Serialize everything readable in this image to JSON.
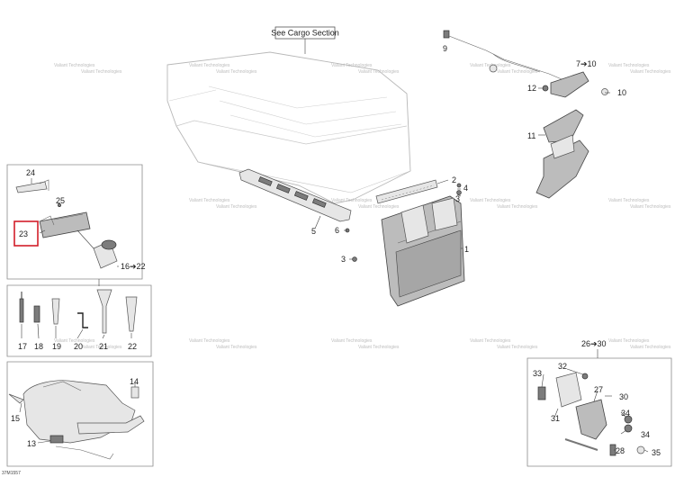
{
  "diagram": {
    "see_cargo_label": "See Cargo Section",
    "doc_code": "37M1557",
    "watermark_line1": "Valiant Technologies",
    "watermark_line2": "Valiant Technologies",
    "labels": [
      {
        "id": "1",
        "text": "1"
      },
      {
        "id": "2",
        "text": "2"
      },
      {
        "id": "3",
        "text": "3"
      },
      {
        "id": "3b",
        "text": "3"
      },
      {
        "id": "4",
        "text": "4"
      },
      {
        "id": "5",
        "text": "5"
      },
      {
        "id": "6",
        "text": "6"
      },
      {
        "id": "7",
        "text": "7➔10"
      },
      {
        "id": "9",
        "text": "9"
      },
      {
        "id": "10",
        "text": "10"
      },
      {
        "id": "11",
        "text": "11"
      },
      {
        "id": "12",
        "text": "12"
      },
      {
        "id": "13",
        "text": "13"
      },
      {
        "id": "14",
        "text": "14"
      },
      {
        "id": "15",
        "text": "15"
      },
      {
        "id": "16",
        "text": "16➔22"
      },
      {
        "id": "17",
        "text": "17"
      },
      {
        "id": "18",
        "text": "18"
      },
      {
        "id": "19",
        "text": "19"
      },
      {
        "id": "20",
        "text": "20"
      },
      {
        "id": "21",
        "text": "21"
      },
      {
        "id": "22",
        "text": "22"
      },
      {
        "id": "23",
        "text": "23"
      },
      {
        "id": "24",
        "text": "24"
      },
      {
        "id": "25",
        "text": "25"
      },
      {
        "id": "26",
        "text": "26➔30"
      },
      {
        "id": "27",
        "text": "27"
      },
      {
        "id": "28",
        "text": "28"
      },
      {
        "id": "30",
        "text": "30"
      },
      {
        "id": "31",
        "text": "31"
      },
      {
        "id": "32",
        "text": "32"
      },
      {
        "id": "33",
        "text": "33"
      },
      {
        "id": "34a",
        "text": "34"
      },
      {
        "id": "34b",
        "text": "34"
      },
      {
        "id": "35",
        "text": "35"
      }
    ]
  }
}
